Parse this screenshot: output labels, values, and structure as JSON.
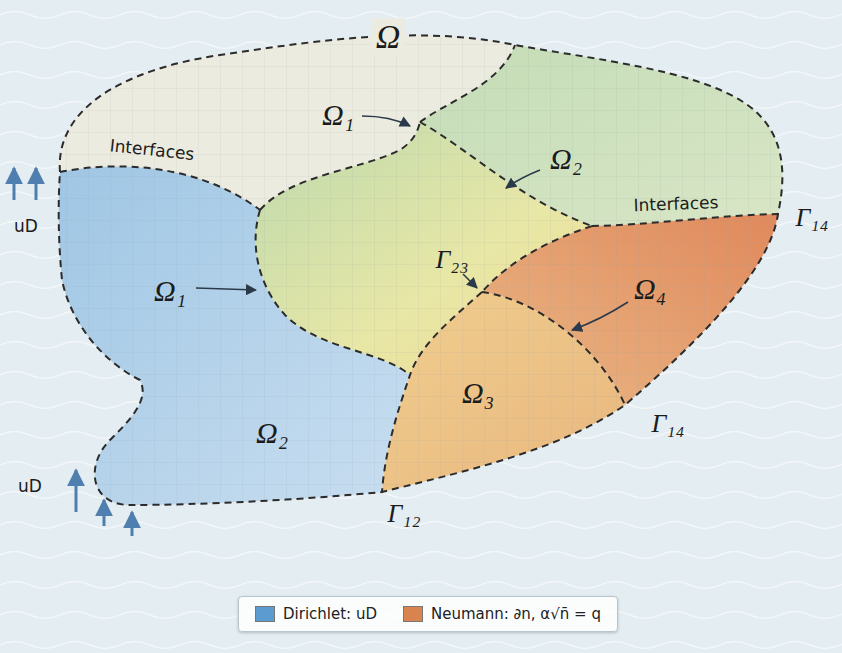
{
  "diagram": {
    "labels": [
      "Ω",
      "Ω₁",
      "Ω₂",
      "Interfaces",
      "uD",
      "Interfaces",
      "Γ₁₄",
      "Γ₂₃",
      "Ω₁",
      "Ω₄",
      "Ω₂",
      "Ω₃",
      "Γ₁₄",
      "uD",
      "Γ₁₂"
    ],
    "legend": [
      {
        "text": "Dirichlet: uD",
        "color": "#5b9bd0"
      },
      {
        "text": "Neumann: ∂n, α√n̄ = q",
        "color": "#d9844f"
      }
    ]
  }
}
